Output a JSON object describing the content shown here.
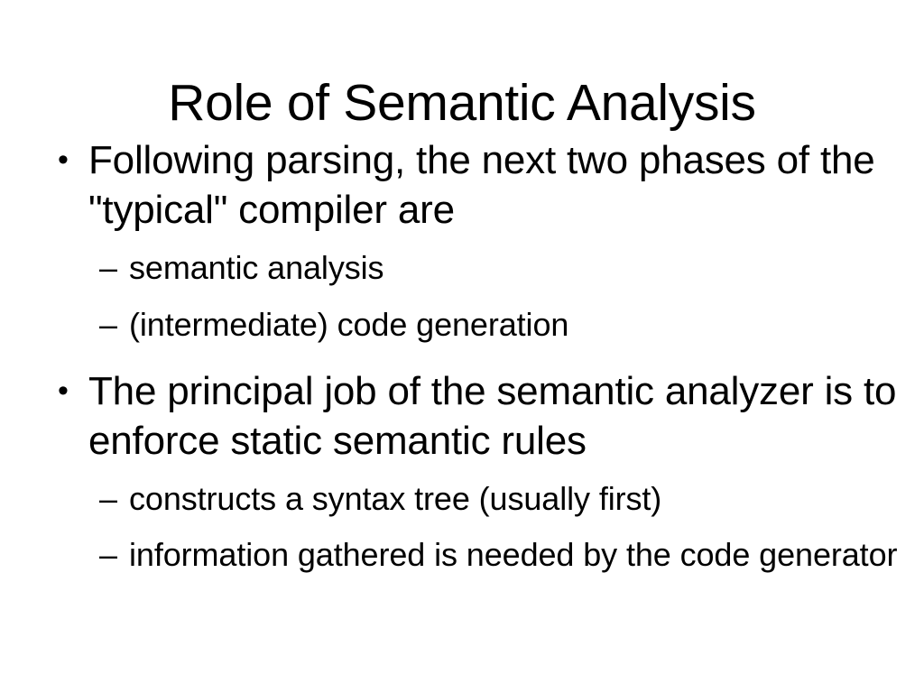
{
  "slide": {
    "title": "Role of Semantic Analysis",
    "background_color": "#ffffff",
    "text_color": "#000000",
    "level1_marker": "•",
    "level2_marker": "–",
    "blocks": [
      {
        "level": 1,
        "text": "Following parsing, the next two phases of the \"typical\" compiler are",
        "children": [
          {
            "level": 2,
            "text": "semantic analysis"
          },
          {
            "level": 2,
            "text": "(intermediate) code generation"
          }
        ]
      },
      {
        "level": 1,
        "text": "The principal job of the semantic analyzer is to enforce static semantic rules",
        "children": [
          {
            "level": 2,
            "text": "constructs a syntax tree (usually first)"
          },
          {
            "level": 2,
            "text": "information gathered is needed by the code generator"
          }
        ]
      }
    ]
  }
}
